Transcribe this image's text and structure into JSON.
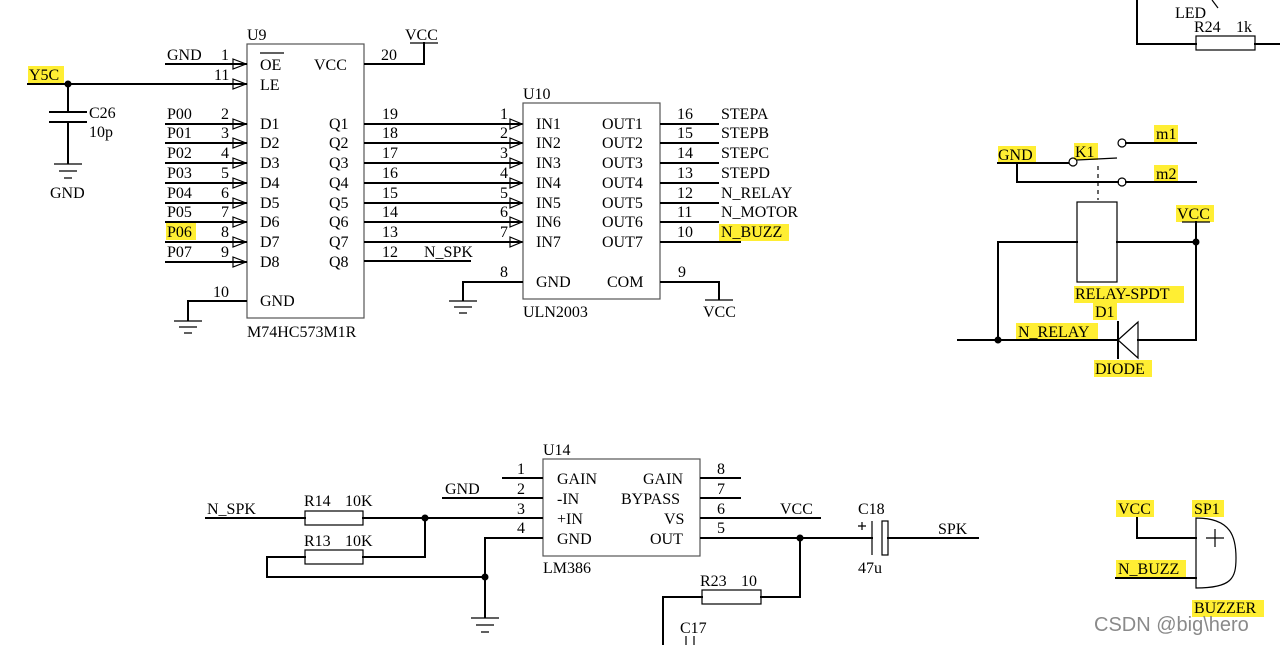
{
  "u9": {
    "ref": "U9",
    "part": "M74HC573M1R",
    "left_pins": [
      {
        "num": "1",
        "name": "OE",
        "net": "GND"
      },
      {
        "num": "11",
        "name": "LE",
        "net": ""
      },
      {
        "num": "2",
        "name": "D1",
        "net": "P00"
      },
      {
        "num": "3",
        "name": "D2",
        "net": "P01"
      },
      {
        "num": "4",
        "name": "D3",
        "net": "P02"
      },
      {
        "num": "5",
        "name": "D4",
        "net": "P03"
      },
      {
        "num": "6",
        "name": "D5",
        "net": "P04"
      },
      {
        "num": "7",
        "name": "D6",
        "net": "P05"
      },
      {
        "num": "8",
        "name": "D7",
        "net": "P06"
      },
      {
        "num": "9",
        "name": "D8",
        "net": "P07"
      }
    ],
    "gnd_pin": {
      "num": "10",
      "name": "GND"
    },
    "vcc_pin": {
      "num": "20",
      "name": "VCC",
      "net": "VCC"
    },
    "right_pins": [
      {
        "num": "19",
        "name": "Q1"
      },
      {
        "num": "18",
        "name": "Q2"
      },
      {
        "num": "17",
        "name": "Q3"
      },
      {
        "num": "16",
        "name": "Q4"
      },
      {
        "num": "15",
        "name": "Q5"
      },
      {
        "num": "14",
        "name": "Q6"
      },
      {
        "num": "13",
        "name": "Q7"
      },
      {
        "num": "12",
        "name": "Q8"
      }
    ],
    "q8_net": "N_SPK"
  },
  "y5c": {
    "net": "Y5C",
    "cap_ref": "C26",
    "cap_val": "10p",
    "gnd": "GND"
  },
  "u10": {
    "ref": "U10",
    "part": "ULN2003",
    "inputs": [
      {
        "num": "1",
        "name": "IN1"
      },
      {
        "num": "2",
        "name": "IN2"
      },
      {
        "num": "3",
        "name": "IN3"
      },
      {
        "num": "4",
        "name": "IN4"
      },
      {
        "num": "5",
        "name": "IN5"
      },
      {
        "num": "6",
        "name": "IN6"
      },
      {
        "num": "7",
        "name": "IN7"
      }
    ],
    "outputs": [
      {
        "num": "16",
        "name": "OUT1",
        "net": "STEPA"
      },
      {
        "num": "15",
        "name": "OUT2",
        "net": "STEPB"
      },
      {
        "num": "14",
        "name": "OUT3",
        "net": "STEPC"
      },
      {
        "num": "13",
        "name": "OUT4",
        "net": "STEPD"
      },
      {
        "num": "12",
        "name": "OUT5",
        "net": "N_RELAY"
      },
      {
        "num": "11",
        "name": "OUT6",
        "net": "N_MOTOR"
      },
      {
        "num": "10",
        "name": "OUT7",
        "net": "N_BUZZ"
      }
    ],
    "gnd_pin": {
      "num": "8",
      "name": "GND"
    },
    "com_pin": {
      "num": "9",
      "name": "COM",
      "net": "VCC"
    }
  },
  "led_area": {
    "led_label": "LED",
    "r_ref": "R24",
    "r_val": "1k"
  },
  "relay": {
    "gnd": "GND",
    "k_ref": "K1",
    "m1": "m1",
    "m2": "m2",
    "vcc": "VCC",
    "part": "RELAY-SPDT",
    "d_ref": "D1",
    "net": "N_RELAY",
    "diode": "DIODE"
  },
  "u14": {
    "ref": "U14",
    "part": "LM386",
    "left_pins": [
      {
        "num": "1",
        "name": "GAIN",
        "net": ""
      },
      {
        "num": "2",
        "name": "-IN",
        "net": "GND"
      },
      {
        "num": "3",
        "name": "+IN",
        "net": ""
      },
      {
        "num": "4",
        "name": "GND",
        "net": ""
      }
    ],
    "right_pins": [
      {
        "num": "8",
        "name": "GAIN",
        "net": ""
      },
      {
        "num": "7",
        "name": "BYPASS",
        "net": ""
      },
      {
        "num": "6",
        "name": "VS",
        "net": "VCC"
      },
      {
        "num": "5",
        "name": "OUT",
        "net": ""
      }
    ]
  },
  "amp": {
    "in_net": "N_SPK",
    "r14_ref": "R14",
    "r14_val": "10K",
    "r13_ref": "R13",
    "r13_val": "10K",
    "c18_ref": "C18",
    "c18_val": "47u",
    "out_net": "SPK",
    "r23_ref": "R23",
    "r23_val": "10",
    "c17_ref": "C17"
  },
  "buzzer": {
    "vcc": "VCC",
    "sp_ref": "SP1",
    "net": "N_BUZZ",
    "part": "BUZZER"
  },
  "watermark": "CSDN @big\\hero",
  "colors": {
    "highlight": "#ffee33",
    "wire": "#000000",
    "body_outline": "#555555"
  }
}
